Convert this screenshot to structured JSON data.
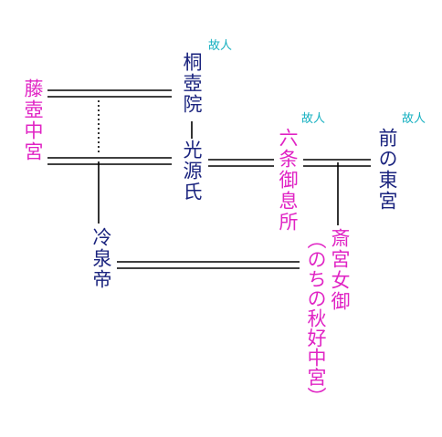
{
  "people": {
    "kiritsubo": {
      "name": "桐壺院",
      "note": "故人"
    },
    "fujitsubo": {
      "name": "藤壺中宮"
    },
    "genji": {
      "name": "光源氏"
    },
    "rokujo": {
      "name": "六条御息所",
      "note": "故人"
    },
    "zenbo": {
      "name": "前の東宮",
      "note": "故人"
    },
    "reizei": {
      "name": "冷泉帝"
    },
    "saigu": {
      "name": "斎宮女御",
      "sub": "（のちの秋好中宮）"
    }
  },
  "colors": {
    "male": "#1a237e",
    "female": "#e024c4",
    "note": "#15b0c0",
    "line": "#000000"
  }
}
